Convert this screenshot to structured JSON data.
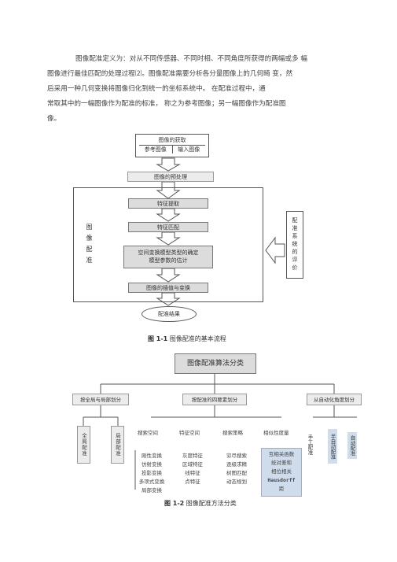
{
  "paragraph": {
    "lines": [
      "图像配准定义为：对从不同传感器、不同时相、不同角度所获得的两幅或多 幅",
      "图像进行最佳匹配的处理过程⑵。图像配准需要分析各分量图像上的几何畸 变，然",
      "后采用一种几何变换将图像归化到统一的坐标系统中。                 在配准过程中，通",
      "常取其中的一幅图像作为配准的标准，  称之为参考图像；另一幅图像作为配准图",
      "像。"
    ]
  },
  "figure1": {
    "acquire_title": "图像的获取",
    "ref_image": "参考图像",
    "input_image": "输入图像",
    "preprocess": "图像的预处理",
    "registration_label": "图像配准",
    "feature_extract": "特征提取",
    "feature_match": "特征匹配",
    "transform_line1": "空间变换模型类型的确定",
    "transform_line2": "模型参数的估计",
    "resample": "图像的插值与变换",
    "result": "配准结果",
    "evaluation_label": "配准系统的评价",
    "caption_num": "图 1-1",
    "caption_text": "图像配准的基本流程"
  },
  "figure2": {
    "title": "图像配准算法分类",
    "branch_global": "按全局与局部划分",
    "branch_feature": "按配准的四要素划分",
    "branch_auto": "从自动化角度划分",
    "global_registration": "全局配准",
    "local_registration": "局部配准",
    "col_search_space": "搜索空间",
    "col_feature_space": "特征空间",
    "col_search_strategy": "搜索策略",
    "col_similarity": "相似性度量",
    "search_space_items": [
      "刚性变换",
      "仿射变换",
      "投影变换",
      "多项式变换",
      "局部变换"
    ],
    "feature_space_items": [
      "灰度特征",
      "区域特征",
      "线特征",
      "点特征"
    ],
    "strategy_items": [
      "穷尽搜索",
      "逐级求精",
      "树图匹配",
      "动态规划"
    ],
    "similarity_items": [
      "互相关函数",
      "统对差和",
      "相位相关",
      "Hausdorff",
      "距"
    ],
    "manual": "手工配准",
    "semi_auto": "半自动配准",
    "auto": "自动配准",
    "caption_num": "图 1-2",
    "caption_text": "图像配准方法分类"
  }
}
